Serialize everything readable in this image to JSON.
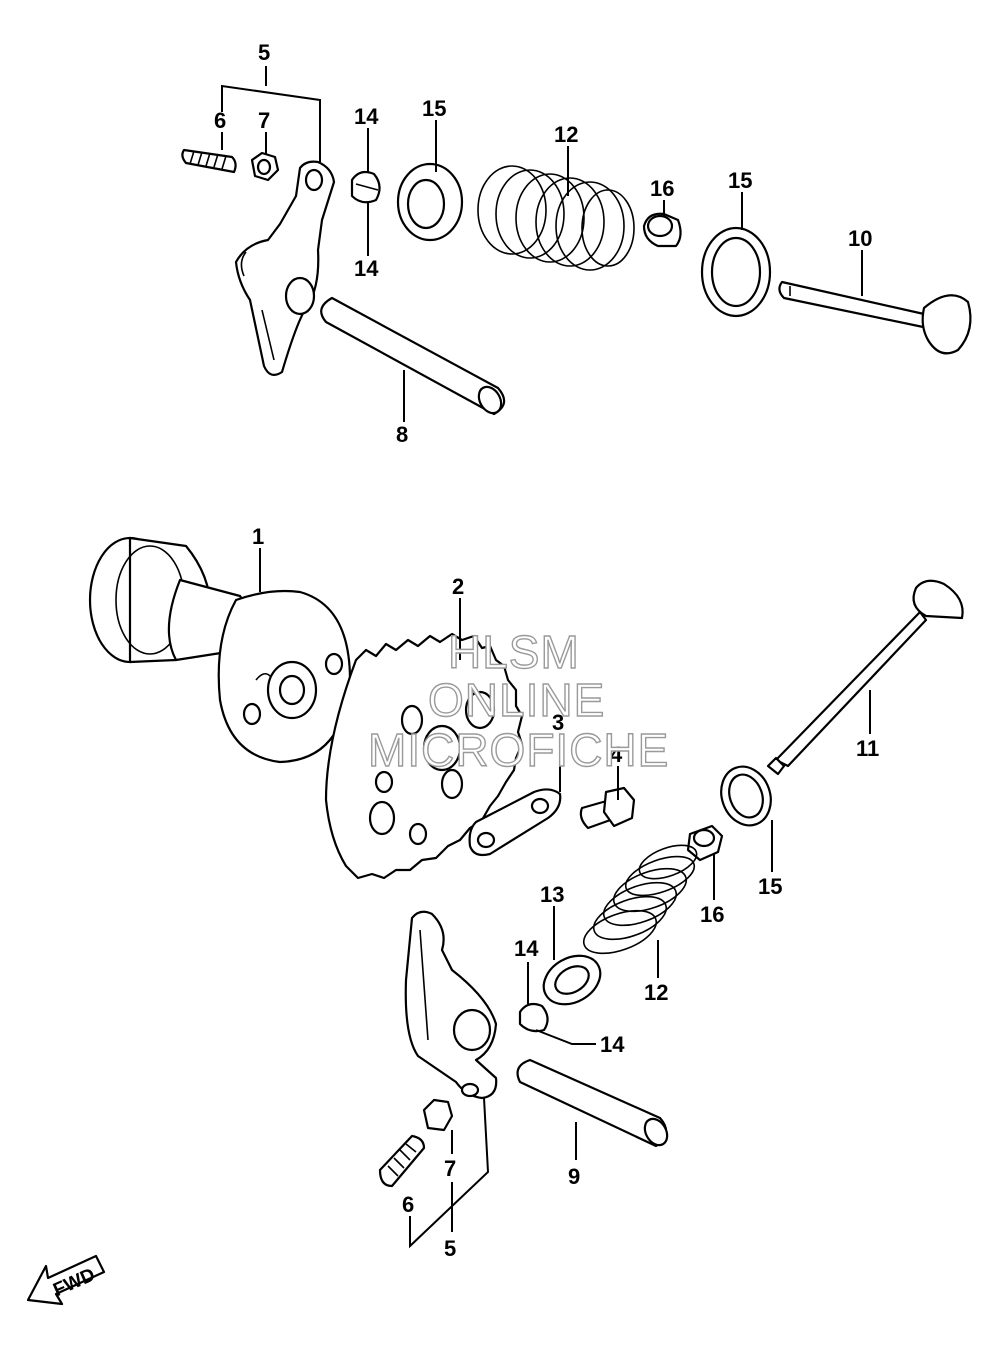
{
  "callouts": {
    "c5_top": "5",
    "c6_top": "6",
    "c7_top": "7",
    "c8": "8",
    "c10": "10",
    "c12_top": "12",
    "c14_top_a": "14",
    "c14_top_b": "14",
    "c15_top_a": "15",
    "c15_top_b": "15",
    "c16_top": "16",
    "c1": "1",
    "c2": "2",
    "c3": "3",
    "c4": "4",
    "c11": "11",
    "c15_mid": "15",
    "c16_mid": "16",
    "c13": "13",
    "c12_mid": "12",
    "c14_mid_a": "14",
    "c14_mid_b": "14",
    "c9": "9",
    "c7_bot": "7",
    "c6_bot": "6",
    "c5_bot": "5"
  },
  "watermark": {
    "line1": "HLSM",
    "line2": "ONLINE",
    "line3": "MICROFICHE"
  },
  "fwd_arrow": {
    "label": "FWD",
    "icon": "fwd-arrow-icon"
  }
}
